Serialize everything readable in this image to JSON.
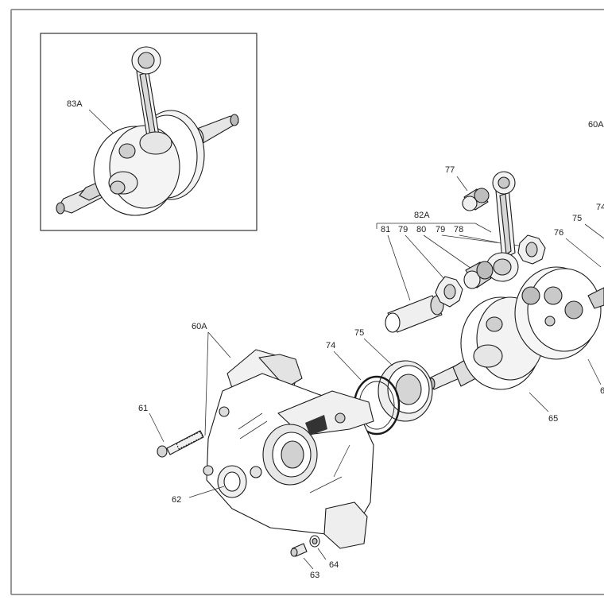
{
  "inset": {
    "label": "83A"
  },
  "labels": {
    "l77": "77",
    "l82A": "82A",
    "l81": "81",
    "l79a": "79",
    "l80": "80",
    "l79b": "79",
    "l78": "78",
    "l60A_top": "60A",
    "l74_right": "74",
    "l75_right": "75",
    "l76": "76",
    "l60A": "60A",
    "l61": "61",
    "l74": "74",
    "l75": "75",
    "l65": "65",
    "l62": "62",
    "l63": "63",
    "l64": "64",
    "l6_edge": "6"
  },
  "colors": {
    "line": "#1a1a1a",
    "fill": "#ffffff",
    "shade": "#d9d9d9",
    "frame": "#555555"
  }
}
